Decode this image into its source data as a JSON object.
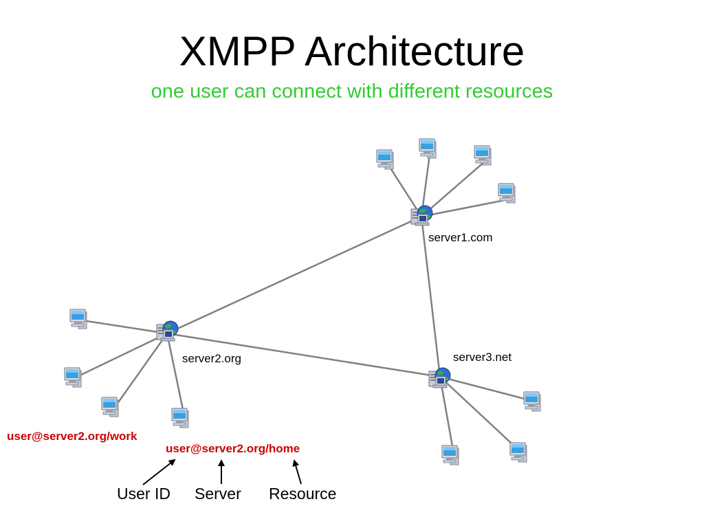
{
  "title": "XMPP Architecture",
  "subtitle": "one user can connect with different resources",
  "servers": {
    "server1": "server1.com",
    "server2": "server2.org",
    "server3": "server3.net"
  },
  "addresses": {
    "work": "user@server2.org/work",
    "home": "user@server2.org/home"
  },
  "parts": {
    "user_id": "User ID",
    "server": "Server",
    "resource": "Resource"
  },
  "colors": {
    "subtitle": "#33cc33",
    "address": "#cc0000",
    "link": "#808080"
  },
  "icons": {
    "server": "server-globe-icon",
    "client": "computer-icon"
  }
}
